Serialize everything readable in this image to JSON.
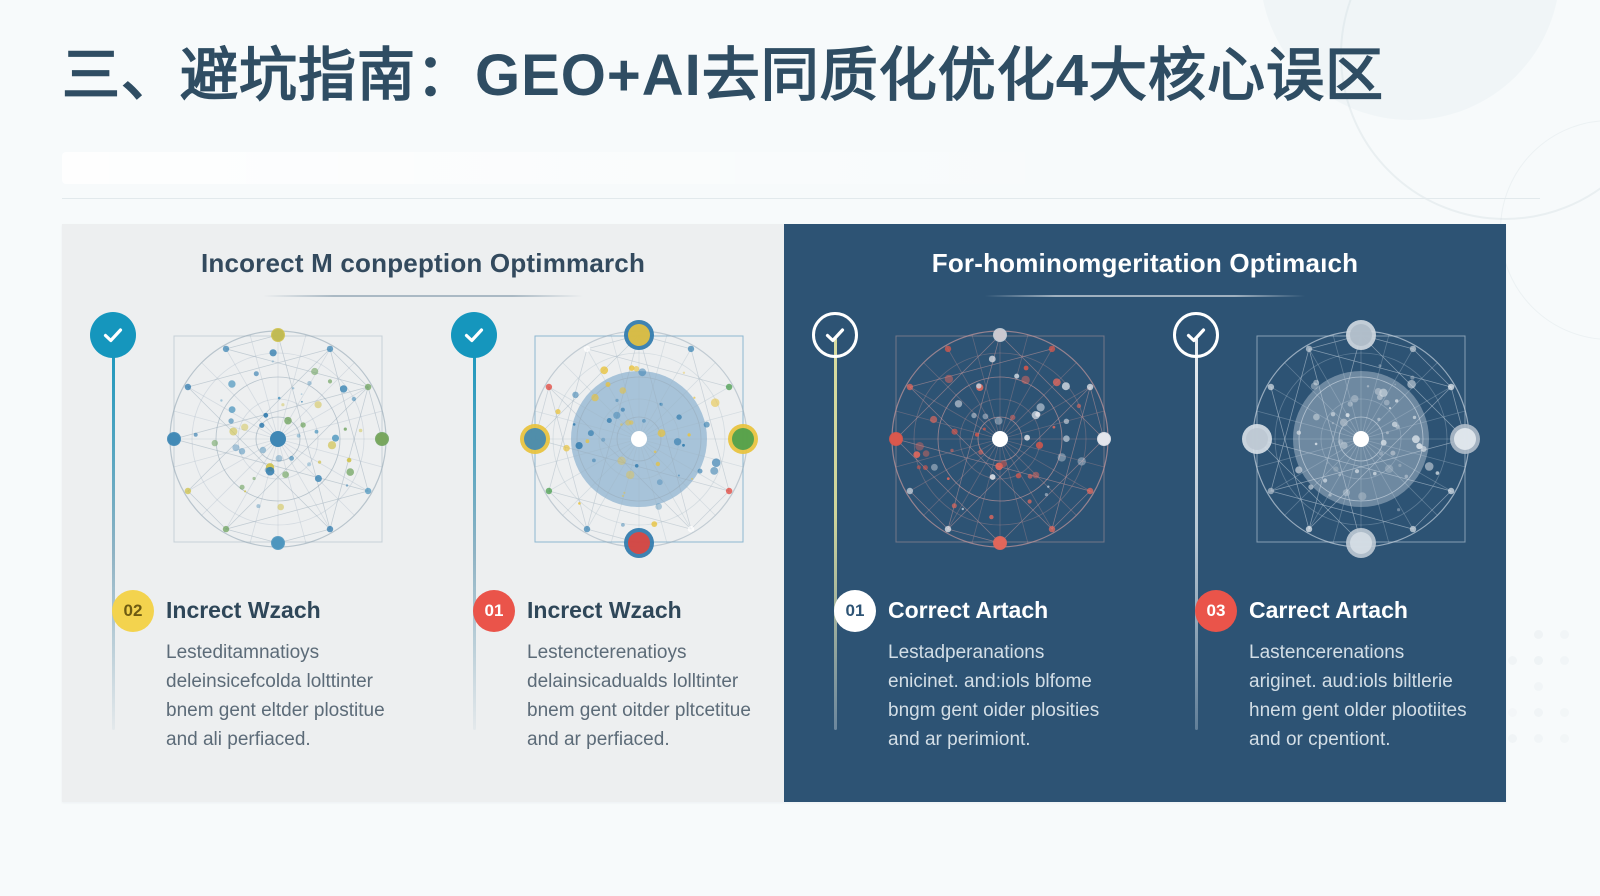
{
  "page": {
    "title": "三、避坑指南：GEO+AI去同质化优化4大核心误区"
  },
  "colors": {
    "brand_dark": "#2d5374",
    "panel_light": "#edeff0",
    "accent_teal": "#1596bd",
    "accent_yellow": "#f3d34e",
    "accent_red": "#ea544a",
    "title_text": "#2f4d63"
  },
  "panels": [
    {
      "id": "incorrect",
      "theme": "light",
      "title": "Incorect M conpeption Optimmarch",
      "columns": [
        {
          "check_icon": "check-circle-icon",
          "illustration": "radial-network-teal",
          "badge": "02",
          "badge_color": "yellow",
          "card_title": "Increct Wzach",
          "card_body": "Lesteditamnatioys deleinsicefcolda lolttinter bnem gent eltder plostitue and ali perfiaced."
        },
        {
          "check_icon": "check-circle-icon",
          "illustration": "radial-network-blue-disc",
          "badge": "01",
          "badge_color": "red",
          "card_title": "Increct Wzach",
          "card_body": "Lestencterenatioys delainsicadualds lolltinter bnem gent oitder pltcetitue and ar perfiaced."
        }
      ]
    },
    {
      "id": "correct",
      "theme": "dark",
      "title": "For-hominomgeritation Optimaıch",
      "columns": [
        {
          "check_icon": "check-circle-icon",
          "illustration": "radial-network-red",
          "badge": "01",
          "badge_color": "white",
          "card_title": "Correct Artach",
          "card_body": "Lestadperanations enicinet. and:iols blfome bngm gent oider plosities and ar perimiont."
        },
        {
          "check_icon": "check-circle-icon",
          "illustration": "radial-network-grey-disc",
          "badge": "03",
          "badge_color": "red",
          "card_title": "Carrect Artach",
          "card_body": "Lastencerenations ariginet. aud:iols biltlerie hnem gent older plootiites and or cpentiont."
        }
      ]
    }
  ]
}
